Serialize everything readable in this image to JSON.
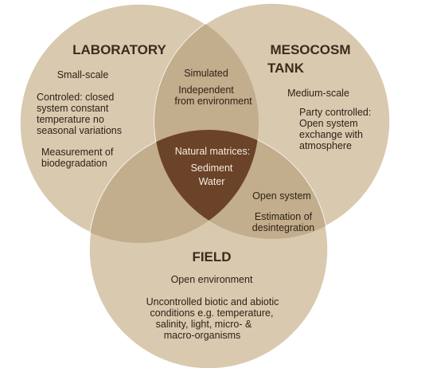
{
  "colors": {
    "circle_fill": "#d9c9af",
    "overlap_fill": "#c2ad8c",
    "center_fill": "#6b4328",
    "title_color": "#3e2a1c",
    "text_color": "#2e2218",
    "center_text": "#f5ecdf"
  },
  "laboratory": {
    "title": "LABORATORY",
    "scale": "Small-scale",
    "control": [
      "Controled: closed",
      "system constant",
      "temperature no",
      "seasonal variations"
    ],
    "measure": [
      "Measurement of",
      "biodegradation"
    ]
  },
  "mesocosm": {
    "title": [
      "MESOCOSM",
      "TANK"
    ],
    "scale": "Medium-scale",
    "control": [
      "Party controlled:",
      "Open system",
      "exchange with",
      "atmosphere"
    ]
  },
  "field": {
    "title": "FIELD",
    "env": "Open environment",
    "conditions": [
      "Uncontrolled biotic and abiotic",
      "conditions e.g. temperature,",
      "salinity, light, micro- &",
      "macro-organisms"
    ]
  },
  "lab_meso": {
    "simulated": "Simulated",
    "independent": [
      "Independent",
      "from environment"
    ]
  },
  "meso_field": {
    "open": "Open system",
    "estimation": [
      "Estimation of",
      "desintegration"
    ]
  },
  "center": {
    "label": "Natural matrices:",
    "items": [
      "Sediment",
      "Water"
    ]
  }
}
